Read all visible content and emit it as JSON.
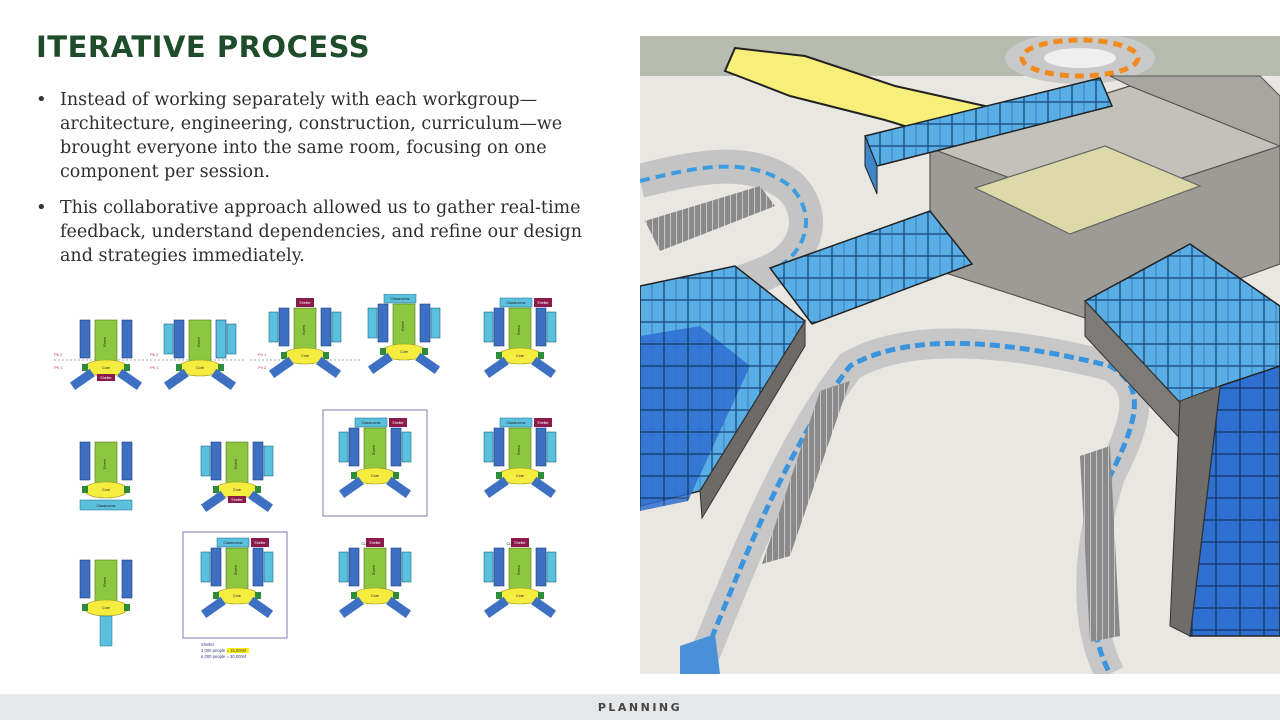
{
  "slide": {
    "title": "ITERATIVE PROCESS",
    "bullets": [
      "Instead of working separately with each workgroup—architecture, engineering, construction, curriculum—we brought everyone into the same room, focusing on one component per session.",
      "This collaborative approach allowed us to gather real-time feedback, understand dependencies, and refine our design and strategies immediately."
    ],
    "footer": "PLANNING"
  },
  "diagram_labels": {
    "core": "Core",
    "event": "Event",
    "shelter": "Shelter",
    "classrooms": "Classrooms",
    "ph1": "Ph 1",
    "ph2": "Ph 2",
    "cls": "CLS",
    "shelter_note_title": "Shelter",
    "shelter_note_line1": "3,000 people = 15,000sf",
    "shelter_note_line2": "6,000 people = 30,000sf"
  },
  "colors": {
    "title_green": "#1f4d2b",
    "lime": "#8dc63f",
    "core_yellow": "#f4ec3e",
    "wing_blue": "#3d6fc2",
    "light_blue": "#5bc0de",
    "maroon": "#8b1a4a",
    "green_dark": "#2e8b3e"
  }
}
